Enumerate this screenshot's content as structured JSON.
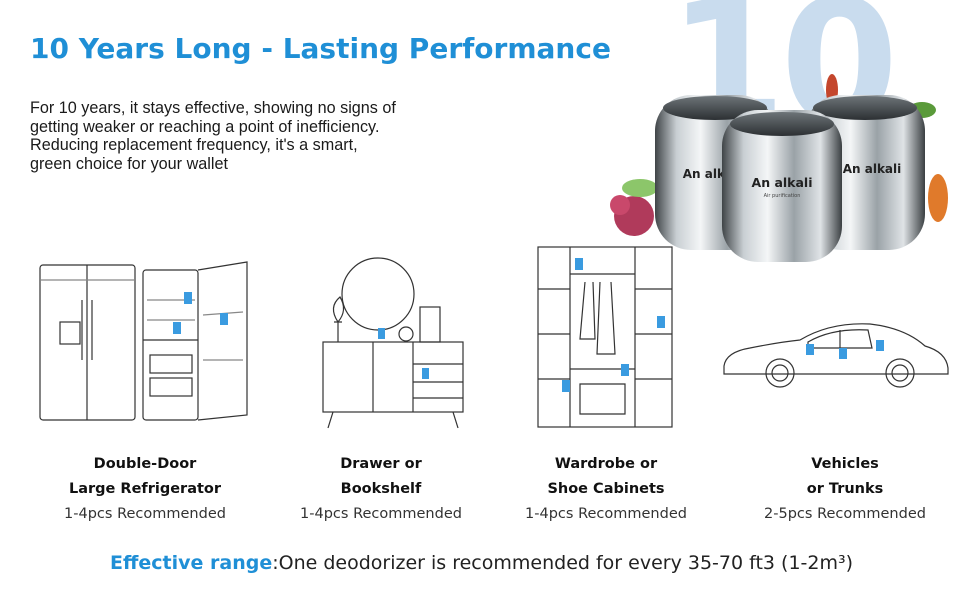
{
  "hero": {
    "background_numeral": "10",
    "title": "10 Years Long - Lasting Performance",
    "description_lines": [
      "For 10 years, it stays effective, showing no signs of",
      "getting weaker or reaching a point of inefficiency.",
      "Reducing replacement frequency, it's a smart,",
      "green choice for your wallet"
    ]
  },
  "product": {
    "brand": "An alkali",
    "subtitle": "Air purification"
  },
  "uses": [
    {
      "title_line1": "Double-Door",
      "title_line2": "Large Refrigerator",
      "recommendation": "1-4pcs Recommended"
    },
    {
      "title_line1": "Drawer or",
      "title_line2": "Bookshelf",
      "recommendation": "1-4pcs Recommended"
    },
    {
      "title_line1": "Wardrobe or",
      "title_line2": "Shoe Cabinets",
      "recommendation": "1-4pcs Recommended"
    },
    {
      "title_line1": "Vehicles",
      "title_line2": "or Trunks",
      "recommendation": "2-5pcs Recommended"
    }
  ],
  "footer": {
    "label": "Effective range",
    "text": ":One deodorizer is recommended for every 35-70 ft3 (1-2m³)"
  },
  "colors": {
    "accent": "#1f8fd6",
    "numeral": "#c9dcee",
    "marker": "#3a9be0"
  }
}
